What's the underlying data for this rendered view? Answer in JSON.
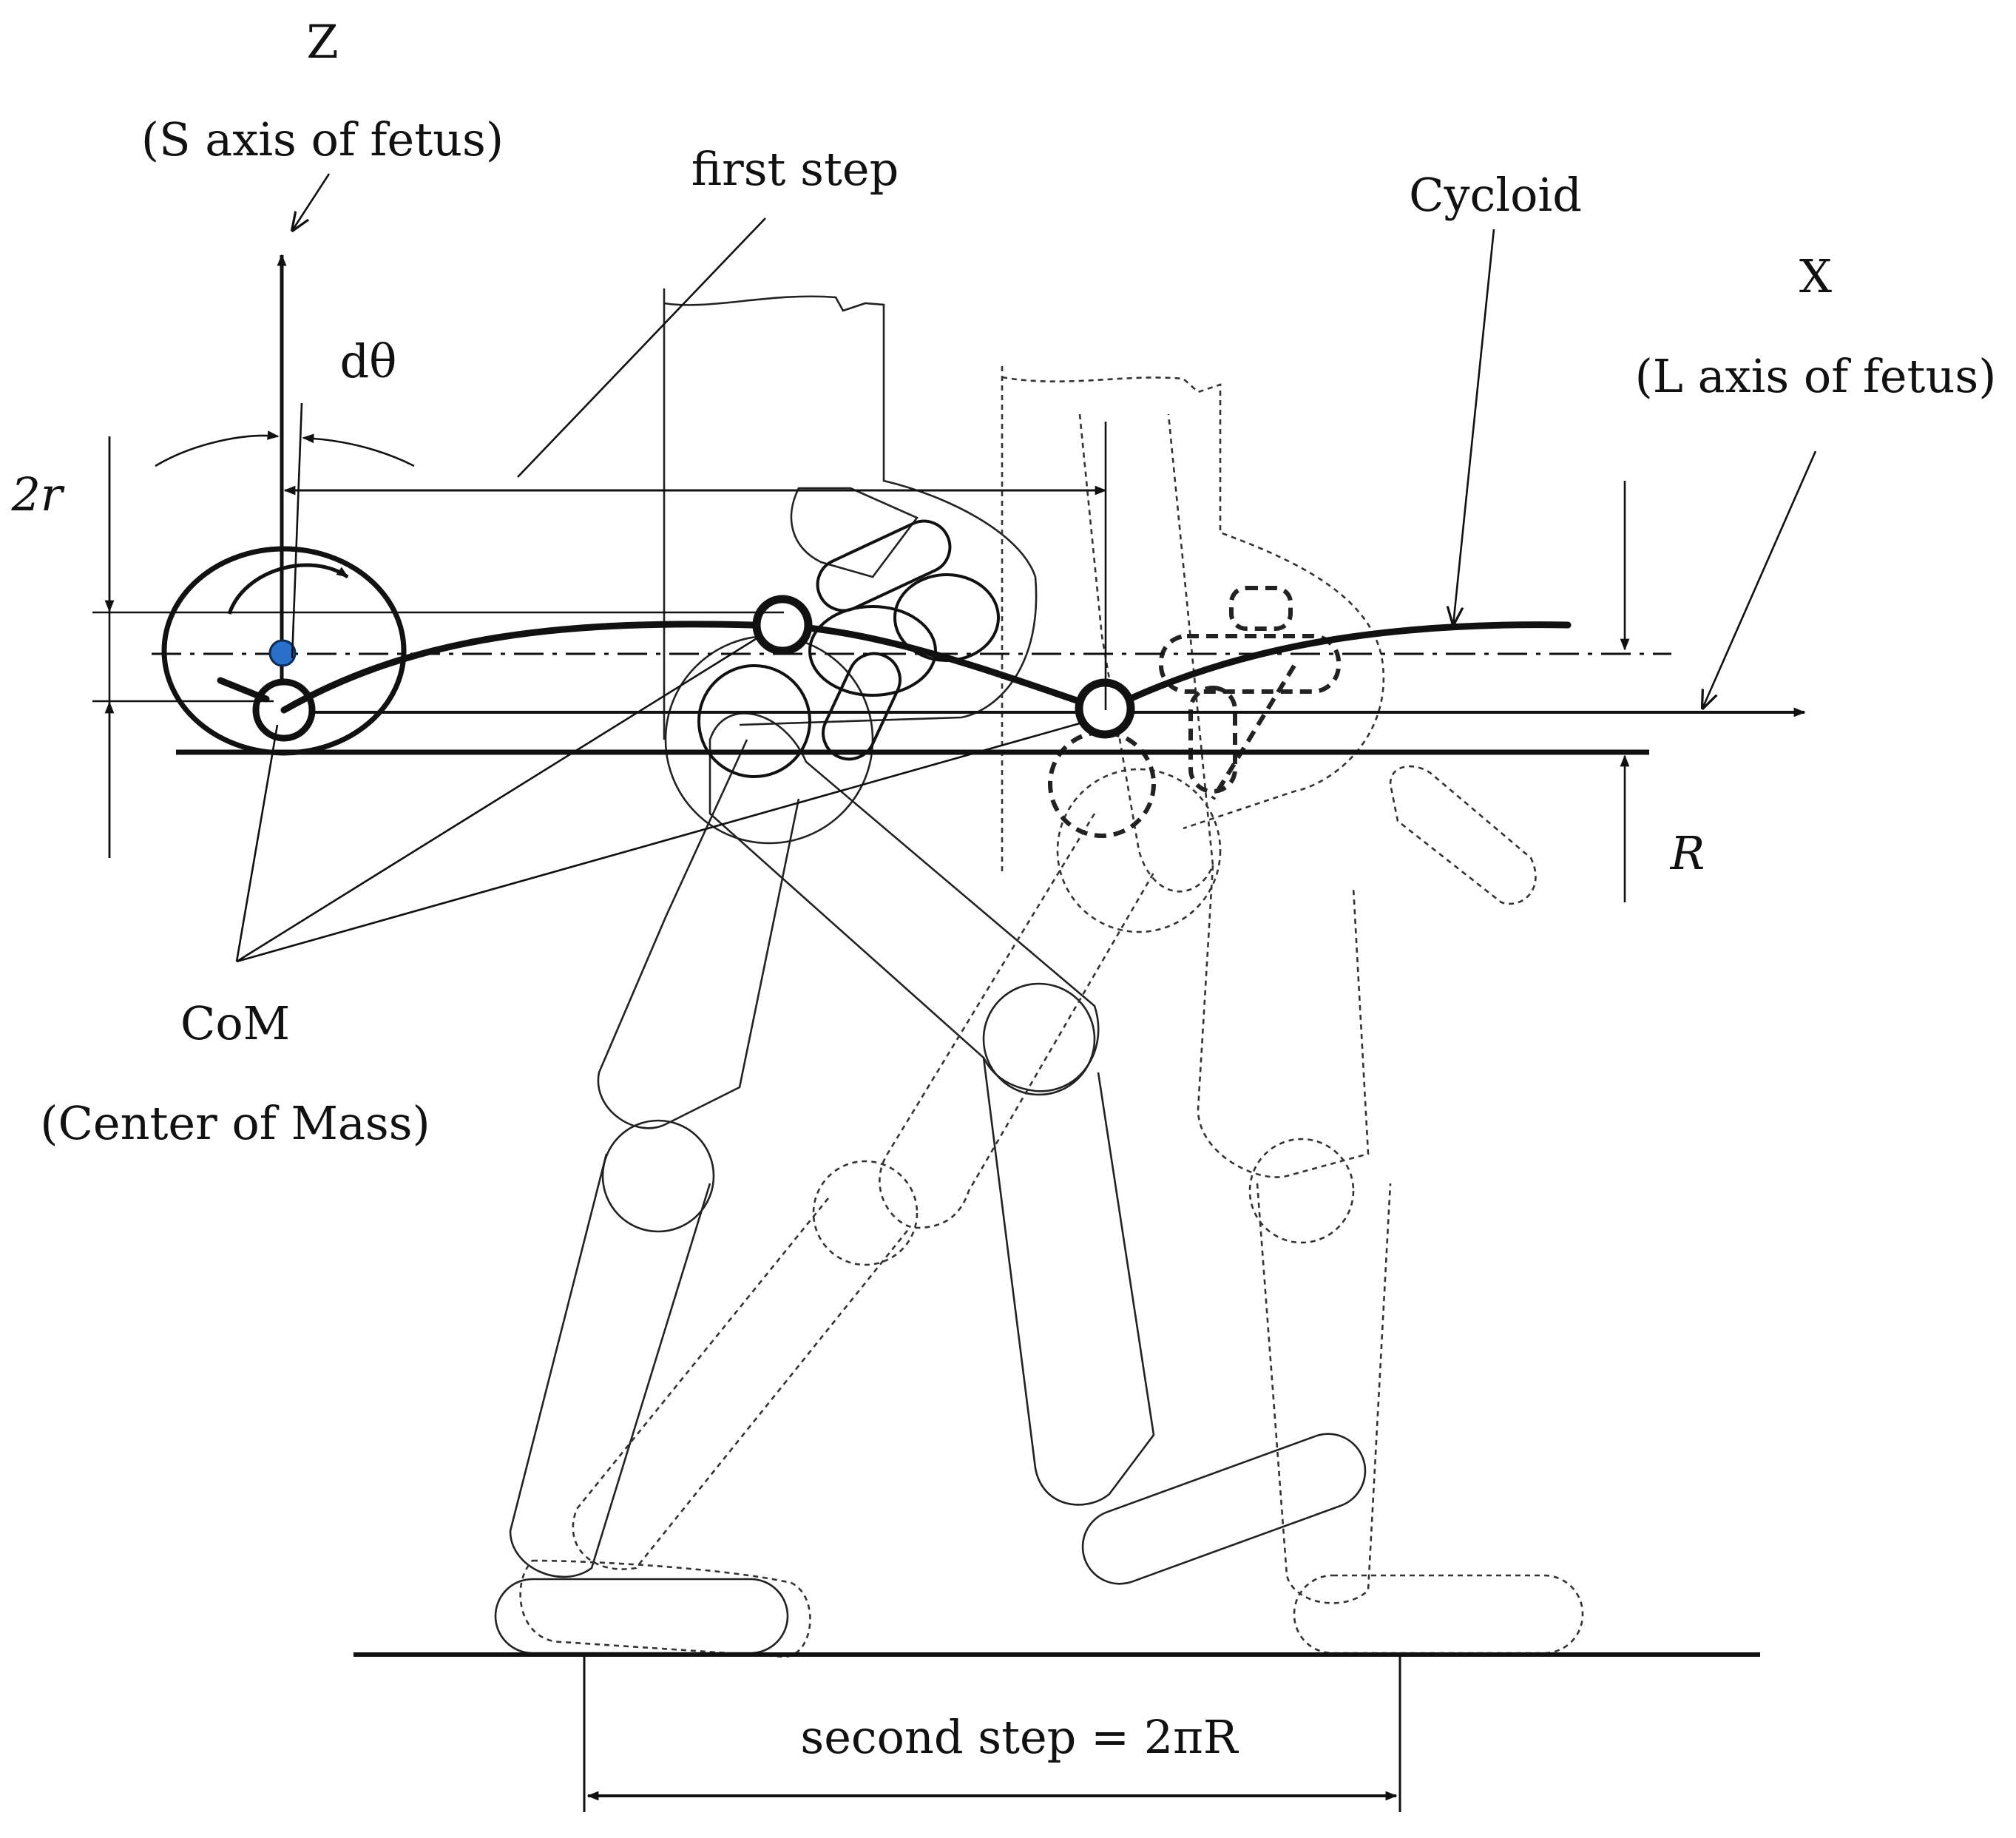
{
  "labels": {
    "z_axis": "Z",
    "z_axis_desc": "(S axis of fetus)",
    "x_axis": "X",
    "x_axis_desc": "(L axis of fetus)",
    "dtheta": "dθ",
    "two_r": "2r",
    "r_big": "R",
    "first_step": "first step",
    "cycloid": "Cycloid",
    "com": "CoM",
    "com_desc": "(Center of Mass)",
    "second_step": "second step = 2πR"
  },
  "colors": {
    "com_marker": "#2a6fc9",
    "line": "#111111"
  }
}
